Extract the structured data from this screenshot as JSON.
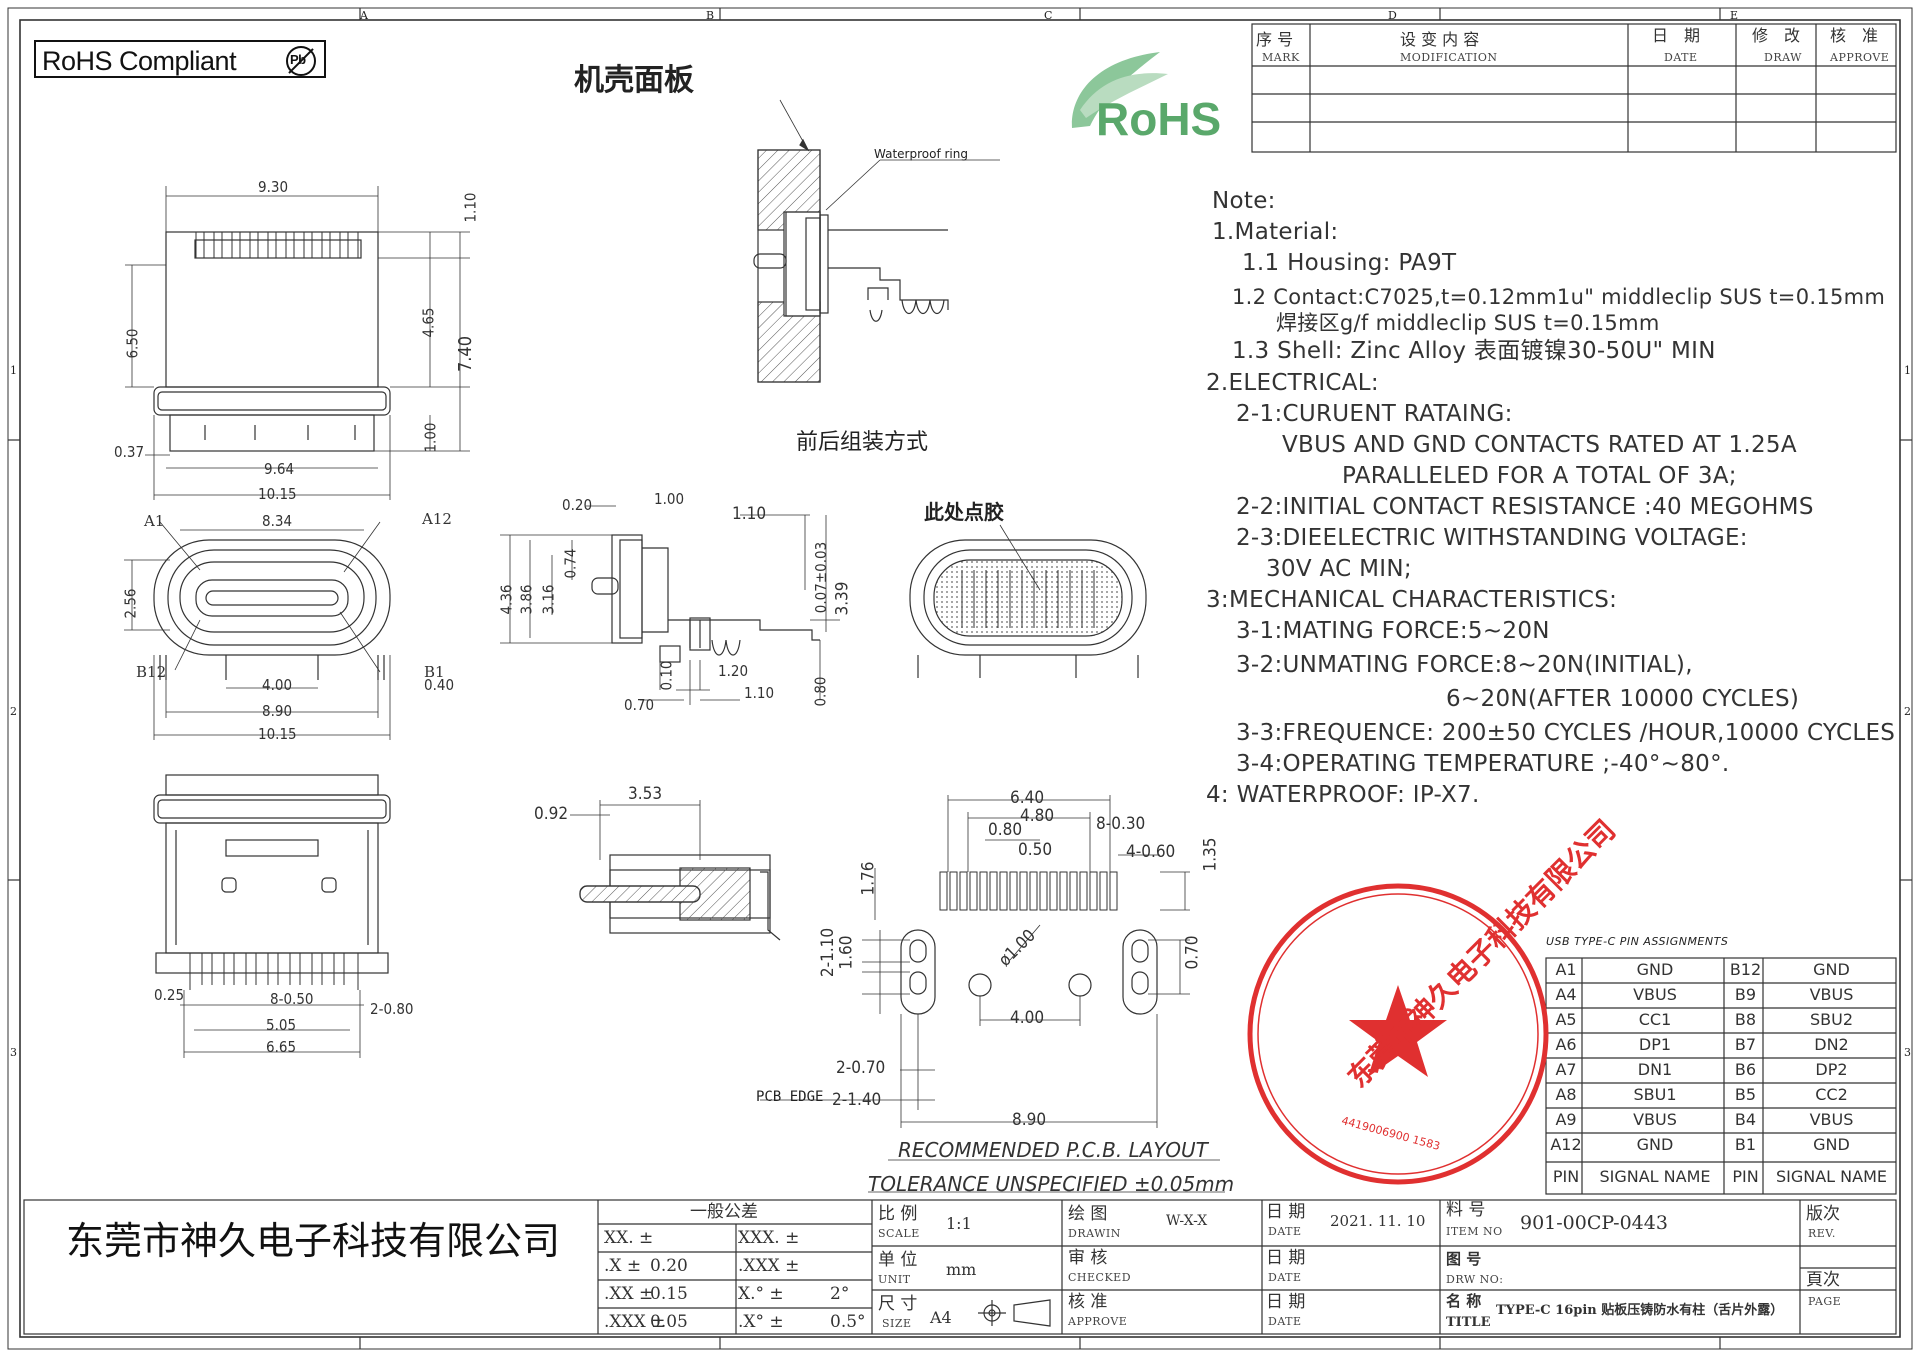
{
  "frame": {
    "columns": [
      "A",
      "B",
      "C",
      "D",
      "E"
    ],
    "rows": [
      "1",
      "2",
      "3"
    ]
  },
  "rohs_badge": {
    "text": "RoHS Compliant",
    "pb_symbol": "Pb"
  },
  "rohs_logo": {
    "text": "RoHS",
    "color": "#5aa86b"
  },
  "revision_table": {
    "headers": [
      {
        "cn": "序 号",
        "en": "MARK"
      },
      {
        "cn": "设 变 内 容",
        "en": "MODIFICATION"
      },
      {
        "cn": "日　期",
        "en": "DATE"
      },
      {
        "cn": "修　改",
        "en": "DRAW"
      },
      {
        "cn": "核　准",
        "en": "APPROVE"
      }
    ]
  },
  "labels": {
    "panel_cn": "机壳面板",
    "waterproof_ring": "Waterproof ring",
    "assembly_cn": "前后组装方式",
    "glue_cn": "此处点胶",
    "pcb_edge": "PCB EDGE",
    "pcb_layout": "RECOMMENDED    P.C.B.  LAYOUT",
    "tolerance": "TOLERANCE  UNSPECIFIED  ±0.05mm"
  },
  "dimensions": {
    "top_view": [
      "9.30",
      "1.10",
      "4.65",
      "6.50",
      "7.40",
      "1.00",
      "0.37",
      "9.64",
      "10.15"
    ],
    "front_view": [
      "A1",
      "8.34",
      "A12",
      "2.56",
      "B12",
      "4.00",
      "B1",
      "0.40",
      "8.90",
      "10.15"
    ],
    "side_view": [
      "0.20",
      "1.00",
      "1.10",
      "4.36",
      "3.86",
      "3.16",
      "0.74",
      "0.07±0.03",
      "3.39",
      "0.10",
      "1.20",
      "1.10",
      "0.70",
      "0.80"
    ],
    "bottom_view": [
      "0.25",
      "8-0.50",
      "2-0.80",
      "5.05",
      "6.65"
    ],
    "section_view": [
      "0.92",
      "3.53",
      "1.76"
    ],
    "pcb_layout": [
      "6.40",
      "4.80",
      "0.80",
      "0.50",
      "8-0.30",
      "4-0.60",
      "1.35",
      "2-1.10",
      "1.60",
      "ø1.00",
      "0.70",
      "4.00",
      "2-0.70",
      "2-1.40",
      "8.90"
    ]
  },
  "notes": [
    "Note:",
    "1.Material:",
    "1.1  Housing: PA9T",
    "1.2 Contact:C7025,t=0.12mm1u\" middleclip SUS t=0.15mm",
    "焊接区g/f  middleclip SUS t=0.15mm",
    "1.3 Shell: Zinc Alloy 表面镀镍30-50U\" MIN",
    "2.ELECTRICAL:",
    "2-1:CURUENT  RATAING:",
    "VBUS AND GND CONTACTS RATED AT 1.25A",
    "PARALLELED FOR A TOTAL OF 3A;",
    "2-2:INITIAL CONTACT RESISTANCE :40 MEGOHMS",
    "2-3:DIEELECTRIC WITHSTANDING VOLTAGE:",
    "30V AC MIN;",
    "3:MECHANICAL CHARACTERISTICS:",
    "3-1:MATING FORCE:5~20N",
    "3-2:UNMATING FORCE:8~20N(INITIAL),",
    "6~20N(AFTER 10000 CYCLES)",
    "3-3:FREQUENCE: 200±50 CYCLES /HOUR,10000 CYCLES",
    "3-4:OPERATING TEMPERATURE ;-40°~80°.",
    "4:  WATERPROOF: IP-X7."
  ],
  "pin_table": {
    "title": "USB TYPE-C PIN ASSIGNMENTS",
    "rows": [
      [
        "A1",
        "GND",
        "B12",
        "GND"
      ],
      [
        "A4",
        "VBUS",
        "B9",
        "VBUS"
      ],
      [
        "A5",
        "CC1",
        "B8",
        "SBU2"
      ],
      [
        "A6",
        "DP1",
        "B7",
        "DN2"
      ],
      [
        "A7",
        "DN1",
        "B6",
        "DP2"
      ],
      [
        "A8",
        "SBU1",
        "B5",
        "CC2"
      ],
      [
        "A9",
        "VBUS",
        "B4",
        "VBUS"
      ],
      [
        "A12",
        "GND",
        "B1",
        "GND"
      ]
    ],
    "footer": [
      "PIN",
      "SIGNAL NAME",
      "PIN",
      "SIGNAL NAME"
    ]
  },
  "seal": {
    "company": "东莞市神久电子科技有限公司",
    "number": "4419006900 1583",
    "color": "#e03030"
  },
  "title_block": {
    "company": "东莞市神久电子科技有限公司",
    "general_tolerance_cn": "一般公差",
    "tol_rows": [
      [
        "XX. ±",
        "",
        "XXX. ±",
        ""
      ],
      [
        ".X ±",
        "0.20",
        ".XXX ±",
        ""
      ],
      [
        ".XX ±",
        "0.15",
        "X.° ±",
        "2°"
      ],
      [
        ".XXX ±",
        "0.05",
        ".X° ±",
        "0.5°"
      ]
    ],
    "scale_cn": "比 例",
    "scale_en": "SCALE",
    "scale_value": "1:1",
    "unit_cn": "单 位",
    "unit_en": "UNIT",
    "unit_value": "mm",
    "size_cn": "尺 寸",
    "size_en": "SIZE",
    "size_value": "A4",
    "drawn_cn": "绘 图",
    "drawn_en": "DRAWIN",
    "drawn_value": "W-X-X",
    "checked_cn": "审 核",
    "checked_en": "CHECKED",
    "approved_cn": "核 准",
    "approved_en": "APPROVE",
    "date_cn": "日 期",
    "date_en": "DATE",
    "date_value": "2021. 11. 10",
    "item_cn": "料 号",
    "item_en": "ITEM NO",
    "item_value": "901-00CP-0443",
    "drw_cn": "图 号",
    "drw_en": "DRW NO:",
    "title_cn": "名 称",
    "title_en": "TITLE",
    "title_value": "TYPE-C 16pin 贴板压铸防水有柱（舌片外露）",
    "rev_cn": "版次",
    "rev_en": "REV.",
    "page_cn": "頁次",
    "page_en": "PAGE"
  }
}
